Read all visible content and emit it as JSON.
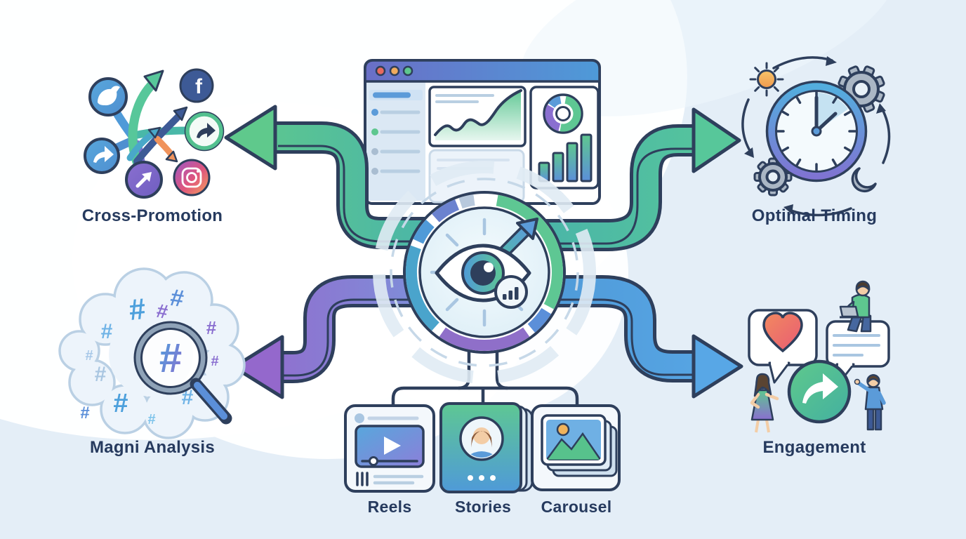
{
  "nodes": {
    "cross_promotion": {
      "label": "Cross-Promotion"
    },
    "optimal_timing": {
      "label": "Optimal Timing"
    },
    "magni_analysis": {
      "label": "Magni Analysis"
    },
    "engagement": {
      "label": "Engagement"
    }
  },
  "formats": {
    "reels": {
      "label": "Reels"
    },
    "stories": {
      "label": "Stories"
    },
    "carousel": {
      "label": "Carousel"
    }
  },
  "glyphs": {
    "facebook": "f",
    "hashtag": "#"
  },
  "icons": {
    "center": [
      "eye-icon",
      "growth-arrow-icon",
      "mini-bar-chart-icon",
      "segmented-ring"
    ],
    "dashboard": [
      "browser-window-icon",
      "traffic-dots-icon",
      "sidebar-menu",
      "area-chart-icon",
      "donut-chart-icon",
      "bar-chart-icon"
    ],
    "cross_promotion": [
      "twitter-icon",
      "facebook-icon",
      "share-icon",
      "instagram-icon",
      "branch-arrows-icon"
    ],
    "optimal_timing": [
      "clock-icon",
      "sun-icon",
      "gear-icon",
      "moon-icon",
      "cycle-arrows-icon"
    ],
    "magni_analysis": [
      "hashtag-cloud-icon",
      "magnifier-icon"
    ],
    "engagement": [
      "heart-bubble-icon",
      "comment-bubble-icon",
      "share-circle-icon",
      "person-with-laptop-icon",
      "woman-icon",
      "man-icon"
    ]
  },
  "colors": {
    "background": "#e4eef7",
    "blob": "#ffffff",
    "outline": "#2e3f5c",
    "label_text": "#263a5e",
    "arrow_green": [
      "#4ab5a8",
      "#5fc98c"
    ],
    "arrow_teal": [
      "#4ab5a8",
      "#57c79a"
    ],
    "arrow_purple": [
      "#7e8ed9",
      "#9468cc"
    ],
    "arrow_blue": [
      "#4f9ad8",
      "#58a7e6"
    ]
  }
}
